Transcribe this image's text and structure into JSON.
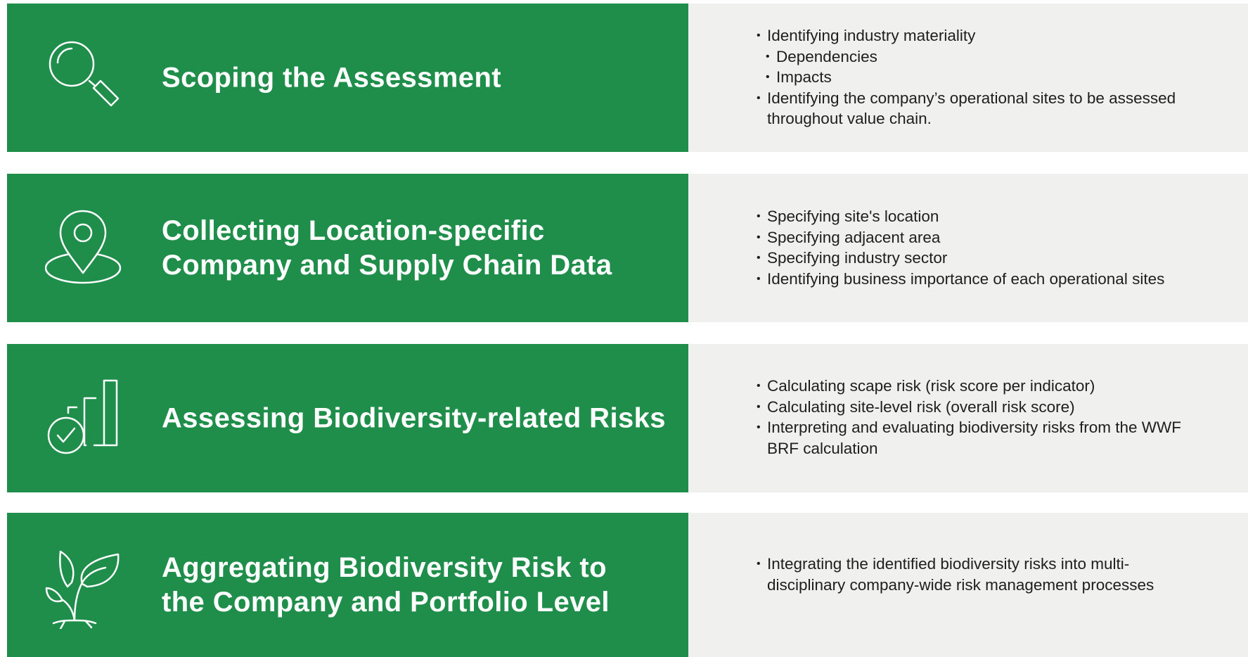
{
  "steps": [
    {
      "icon": "magnifier-icon",
      "title_lines": [
        "Scoping the Assessment"
      ],
      "items": [
        {
          "text": "Identifying industry materiality",
          "level": 0
        },
        {
          "text": "Dependencies",
          "level": 1
        },
        {
          "text": "Impacts",
          "level": 1
        },
        {
          "text": "Identifying the company’s operational sites to be assessed throughout value chain.",
          "level": 0
        }
      ]
    },
    {
      "icon": "location-pin-icon",
      "title_lines": [
        "Collecting Location-specific",
        "Company and Supply Chain Data"
      ],
      "items": [
        {
          "text": "Specifying site's location",
          "level": 0
        },
        {
          "text": "Specifying adjacent area",
          "level": 0
        },
        {
          "text": "Specifying industry sector",
          "level": 0
        },
        {
          "text": "Identifying business importance of each operational sites",
          "level": 0
        }
      ]
    },
    {
      "icon": "risk-chart-check-icon",
      "title_lines": [
        "Assessing Biodiversity-related Risks"
      ],
      "items": [
        {
          "text": "Calculating scape risk (risk score per indicator)",
          "level": 0
        },
        {
          "text": "Calculating site-level risk (overall risk score)",
          "level": 0
        },
        {
          "text": "Interpreting and evaluating biodiversity risks from the WWF BRF calculation",
          "level": 0
        }
      ]
    },
    {
      "icon": "plant-sprout-icon",
      "title_lines": [
        "Aggregating Biodiversity Risk to",
        "the Company and Portfolio Level"
      ],
      "items": [
        {
          "text": "Integrating the identified biodiversity risks into multi-disciplinary company-wide risk management processes",
          "level": 0
        }
      ]
    }
  ],
  "colors": {
    "green": "#1e8e4a",
    "panel": "#f0f0ef",
    "text": "#1e1e1e"
  }
}
